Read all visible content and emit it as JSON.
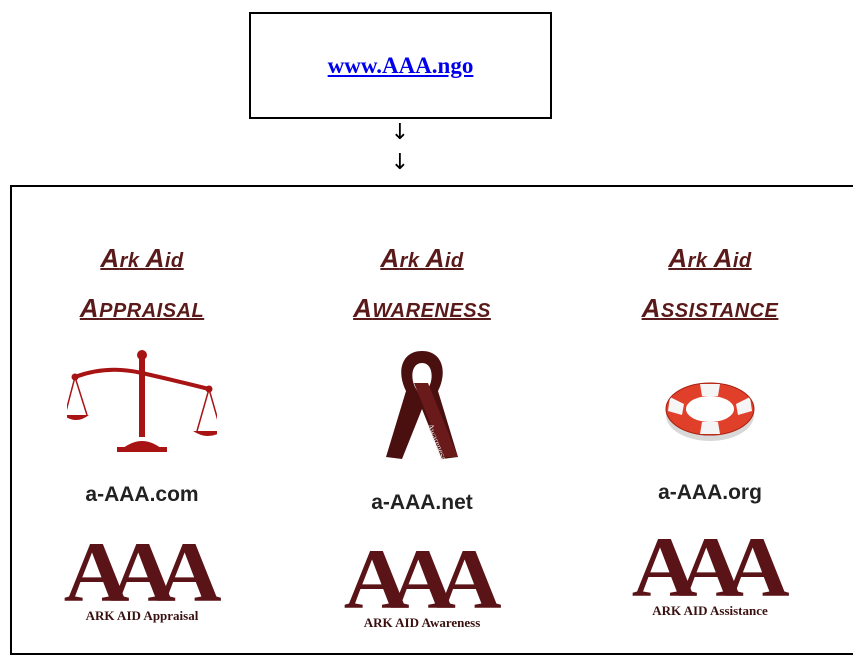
{
  "header": {
    "link_text": "www.AAA.ngo"
  },
  "arrows": [
    "↓",
    "↓"
  ],
  "columns": [
    {
      "title_line1": {
        "a1": "A",
        "r1": "rk ",
        "a2": "A",
        "r2": "id"
      },
      "title_line2": {
        "cap": "A",
        "rest": "PPRAISAL"
      },
      "icon": "scales-of-justice-icon",
      "domain": "a-AAA.com",
      "logo": {
        "letters": "AAA",
        "caption": "ARK AID Appraisal"
      }
    },
    {
      "title_line1": {
        "a1": "A",
        "r1": "rk ",
        "a2": "A",
        "r2": "id"
      },
      "title_line2": {
        "cap": "A",
        "rest": "WARENESS"
      },
      "icon": "awareness-ribbon-icon",
      "ribbon_text": "Awareness",
      "domain": "a-AAA.net",
      "logo": {
        "letters": "AAA",
        "caption": "ARK AID Awareness"
      }
    },
    {
      "title_line1": {
        "a1": "A",
        "r1": "rk ",
        "a2": "A",
        "r2": "id"
      },
      "title_line2": {
        "cap": "A",
        "rest": "SSISTANCE"
      },
      "icon": "life-ring-icon",
      "domain": "a-AAA.org",
      "logo": {
        "letters": "AAA",
        "caption": "ARK AID Assistance"
      }
    }
  ],
  "colors": {
    "heading": "#5a1a1a",
    "logo": "#5a1418",
    "link": "#0000ee",
    "scales": "#a81414",
    "ring": "#e0402a"
  }
}
